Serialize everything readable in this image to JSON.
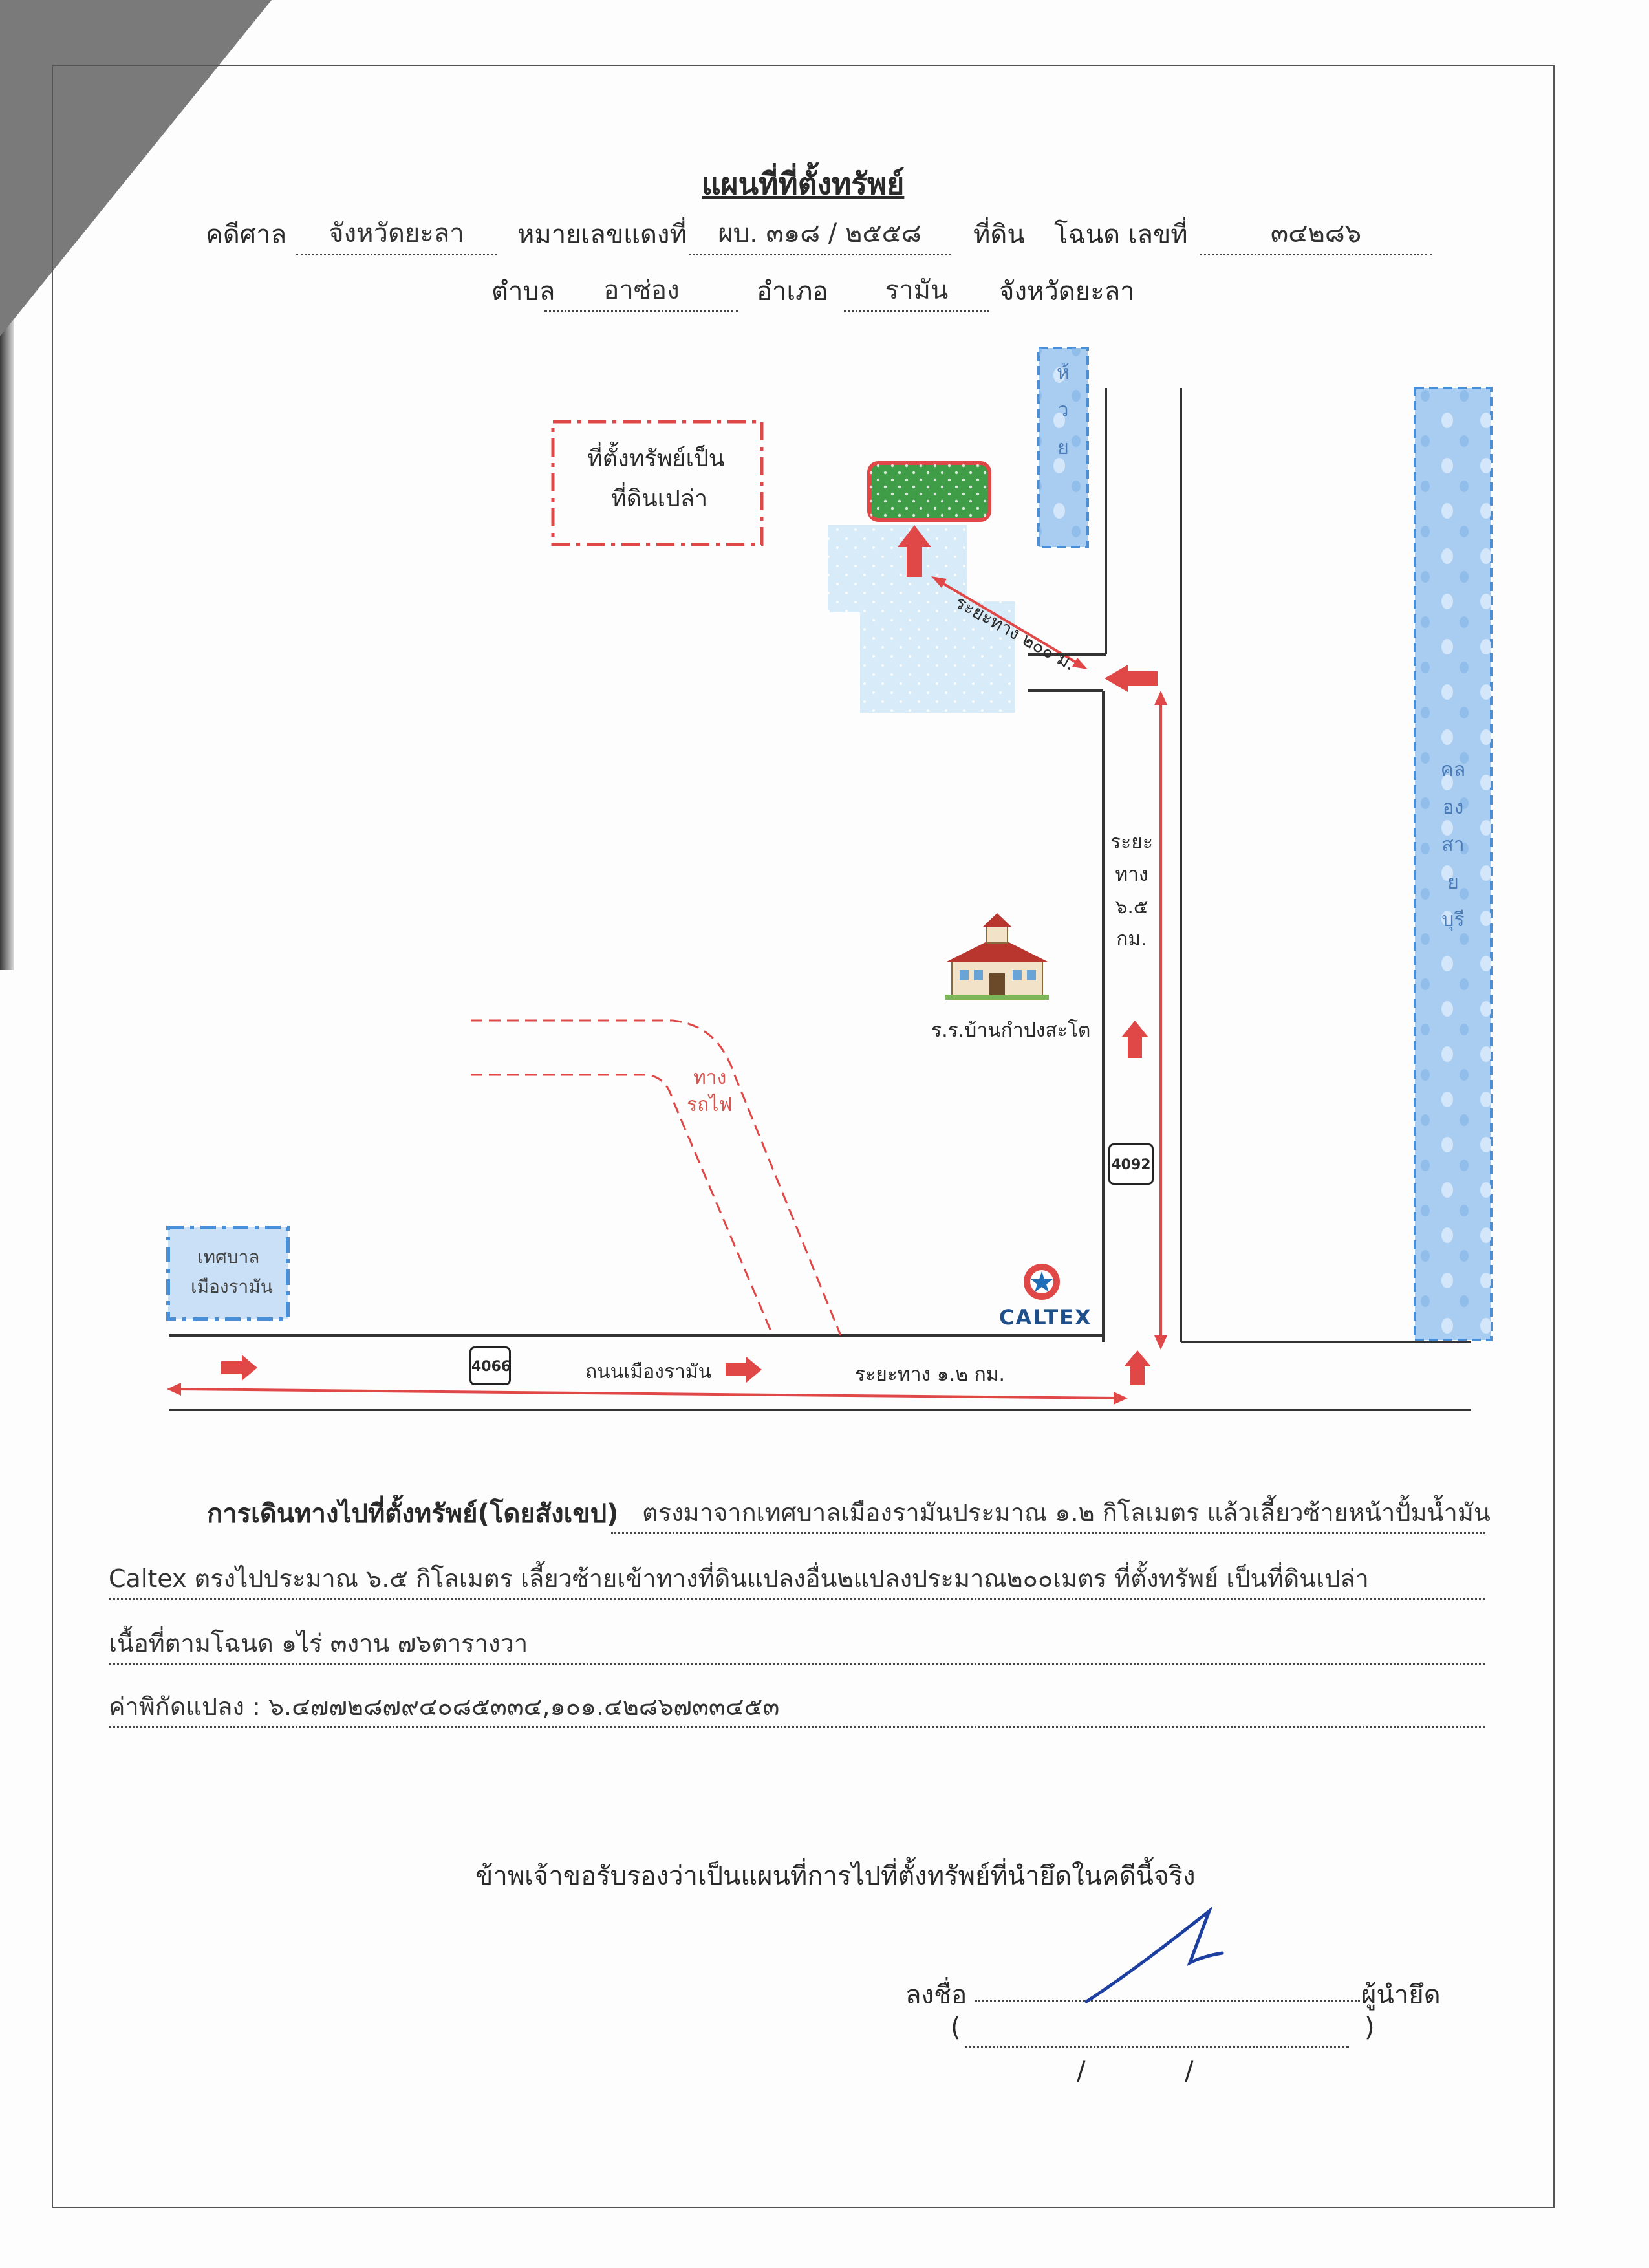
{
  "document": {
    "title": "แผนที่ที่ตั้งทรัพย์",
    "court_label": "คดีศาล",
    "court_value": "จังหวัดยะลา",
    "case_label": "หมายเลขแดงที่",
    "case_value": "ผบ. ๓๑๘ / ๒๕๕๘",
    "land_label": "ที่ดิน",
    "deed_label": "โฉนด เลขที่",
    "deed_value": "๓๔๒๘๖",
    "subdistrict_label": "ตำบล",
    "subdistrict_value": "อาซ่อง",
    "district_label": "อำเภอ",
    "district_value": "รามัน",
    "province_label": "จังหวัดยะลา"
  },
  "map": {
    "legend_line1": "ที่ตั้งทรัพย์เป็น",
    "legend_line2": "ที่ดินเปล่า",
    "distance_200": "ระยะทาง ๒๐๐ ม.",
    "distance_65": [
      "ระยะ",
      "ทาง",
      "๖.๕",
      "กม."
    ],
    "distance_12": "ระยะทาง ๑.๒ กม.",
    "creek_chars": [
      "ห้",
      "ว",
      "ย"
    ],
    "canal_chars": [
      "คล",
      "อง",
      "สา",
      "ย",
      "บุรี"
    ],
    "school_label": "ร.ร.บ้านกำปงสะโต",
    "railway_line1": "ทาง",
    "railway_line2": "รถไฟ",
    "municipality_line1": "เทศบาล",
    "municipality_line2": "เมืองรามัน",
    "road_name": "ถนนเมืองรามัน",
    "route_4066": "4066",
    "route_4092": "4092",
    "caltex": "CALTEX"
  },
  "directions": {
    "heading": "การเดินทางไปที่ตั้งทรัพย์(โดยสังเขป)",
    "line1": "ตรงมาจากเทศบาลเมืองรามันประมาณ ๑.๒ กิโลเมตร แล้วเลี้ยวซ้ายหน้าปั้มน้ำมัน",
    "line2": "Caltex  ตรงไปประมาณ ๖.๕ กิโลเมตร เลี้ยวซ้ายเข้าทางที่ดินแปลงอื่น๒แปลงประมาณ๒๐๐เมตร ที่ตั้งทรัพย์ เป็นที่ดินเปล่า",
    "line3": "เนื้อที่ตามโฉนด ๑ไร่ ๓งาน ๗๖ตารางวา",
    "line4": "ค่าพิกัดแปลง : ๖.๔๗๗๒๘๗๙๔๐๘๕๓๓๔,๑๐๑.๔๒๘๖๗๓๓๔๕๓"
  },
  "certification": {
    "statement": "ข้าพเจ้าขอรับรองว่าเป็นแผนที่การไปที่ตั้งทรัพย์ที่นำยึดในคดีนี้จริง",
    "sign_label": "ลงชื่อ",
    "role": "ผู้นำยึด",
    "paren_open": "(",
    "paren_close": ")",
    "date_slash1": "/",
    "date_slash2": "/"
  },
  "colors": {
    "red_arrow": "#e04848",
    "property_green": "#3f9c47",
    "water_blue": "#a9cdf0",
    "road": "#333333"
  }
}
